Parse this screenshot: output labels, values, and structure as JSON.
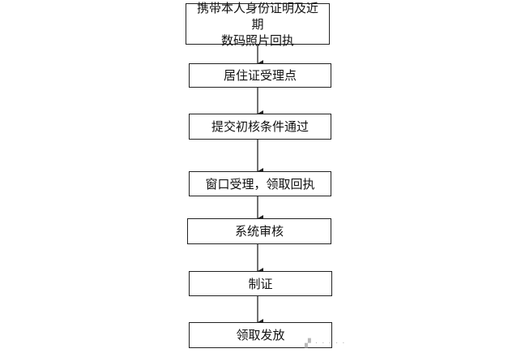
{
  "steps": [
    {
      "lines": [
        "携带本人身份证明及近期",
        "数码照片回执"
      ]
    },
    {
      "lines": [
        "居住证受理点"
      ]
    },
    {
      "lines": [
        "提交初核条件通过"
      ]
    },
    {
      "lines": [
        "窗口受理，领取回执"
      ]
    },
    {
      "lines": [
        "系统审核"
      ]
    },
    {
      "lines": [
        "制证"
      ]
    },
    {
      "lines": [
        "领取发放"
      ]
    }
  ],
  "colors": {
    "border": "#222222",
    "arrow": "#222222",
    "background": "#ffffff"
  }
}
